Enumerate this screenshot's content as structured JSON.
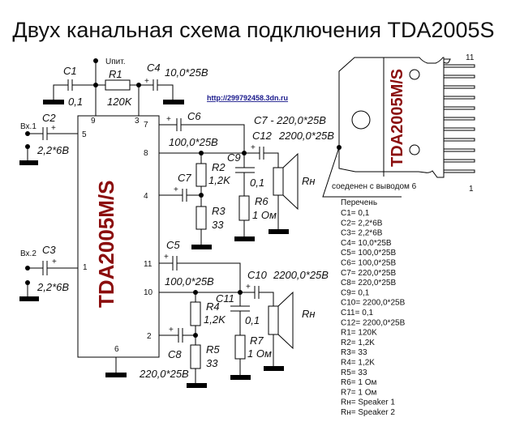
{
  "title": "Двух канальная схема подключения TDA2005S",
  "url": "http://299792458.3dn.ru",
  "chip": {
    "name": "TDA2005M/S",
    "color": "#8b0d0d",
    "pins": {
      "p9": "9",
      "p3": "3",
      "p7": "7",
      "p5": "5",
      "p8": "8",
      "p4": "4",
      "p1": "1",
      "p11": "11",
      "p10": "10",
      "p2": "2",
      "p6": "6"
    }
  },
  "supply_label": "Uпит.",
  "inputs": {
    "in1": "Вх.1",
    "in2": "Вх.2"
  },
  "components": {
    "C1": {
      "name": "C1",
      "value": "0,1"
    },
    "R1": {
      "name": "R1",
      "value": "120K"
    },
    "C4": {
      "name": "C4",
      "value": "10,0*25В"
    },
    "C2": {
      "name": "C2",
      "value": "2,2*6В"
    },
    "C3": {
      "name": "C3",
      "value": "2,2*6В"
    },
    "C6": {
      "name": "C6",
      "value": "100,0*25В"
    },
    "C7_note": "C7 - 220,0*25В",
    "C12": {
      "name": "C12",
      "value": "2200,0*25В"
    },
    "C9": {
      "name": "C9",
      "value": "0,1"
    },
    "R2": {
      "name": "R2",
      "value": "1,2K"
    },
    "C7": {
      "name": "C7"
    },
    "R3": {
      "name": "R3",
      "value": "33"
    },
    "R6": {
      "name": "R6",
      "value": "1 Ом"
    },
    "C5": {
      "name": "C5",
      "value": "100,0*25В"
    },
    "C10": {
      "name": "C10",
      "value": "2200,0*25В"
    },
    "C11": {
      "name": "C11",
      "value": "0,1"
    },
    "R4": {
      "name": "R4",
      "value": "1,2K"
    },
    "R5": {
      "name": "R5",
      "value": "33"
    },
    "R7": {
      "name": "R7",
      "value": "1 Ом"
    },
    "C8": {
      "name": "C8",
      "value": "220,0*25В"
    },
    "speaker": "Rн"
  },
  "package": {
    "pin_top": "11",
    "pin_bottom": "1",
    "note": "соеденен с выводом 6"
  },
  "parts_list": {
    "heading": "Перечень",
    "items": [
      "C1= 0,1",
      "C2= 2,2*6В",
      "C3= 2,2*6В",
      "C4= 10,0*25В",
      "C5= 100,0*25В",
      "C6= 100,0*25В",
      "C7= 220,0*25В",
      "C8= 220,0*25В",
      "C9= 0,1",
      "C10= 2200,0*25В",
      "C11= 0,1",
      "C12= 2200,0*25В",
      "R1= 120K",
      "R2= 1,2K",
      "R3= 33",
      "R4= 1,2K",
      "R5= 33",
      "R6= 1 Ом",
      "R7= 1 Ом",
      "Rн= Speaker 1",
      "Rн= Speaker 2"
    ]
  }
}
